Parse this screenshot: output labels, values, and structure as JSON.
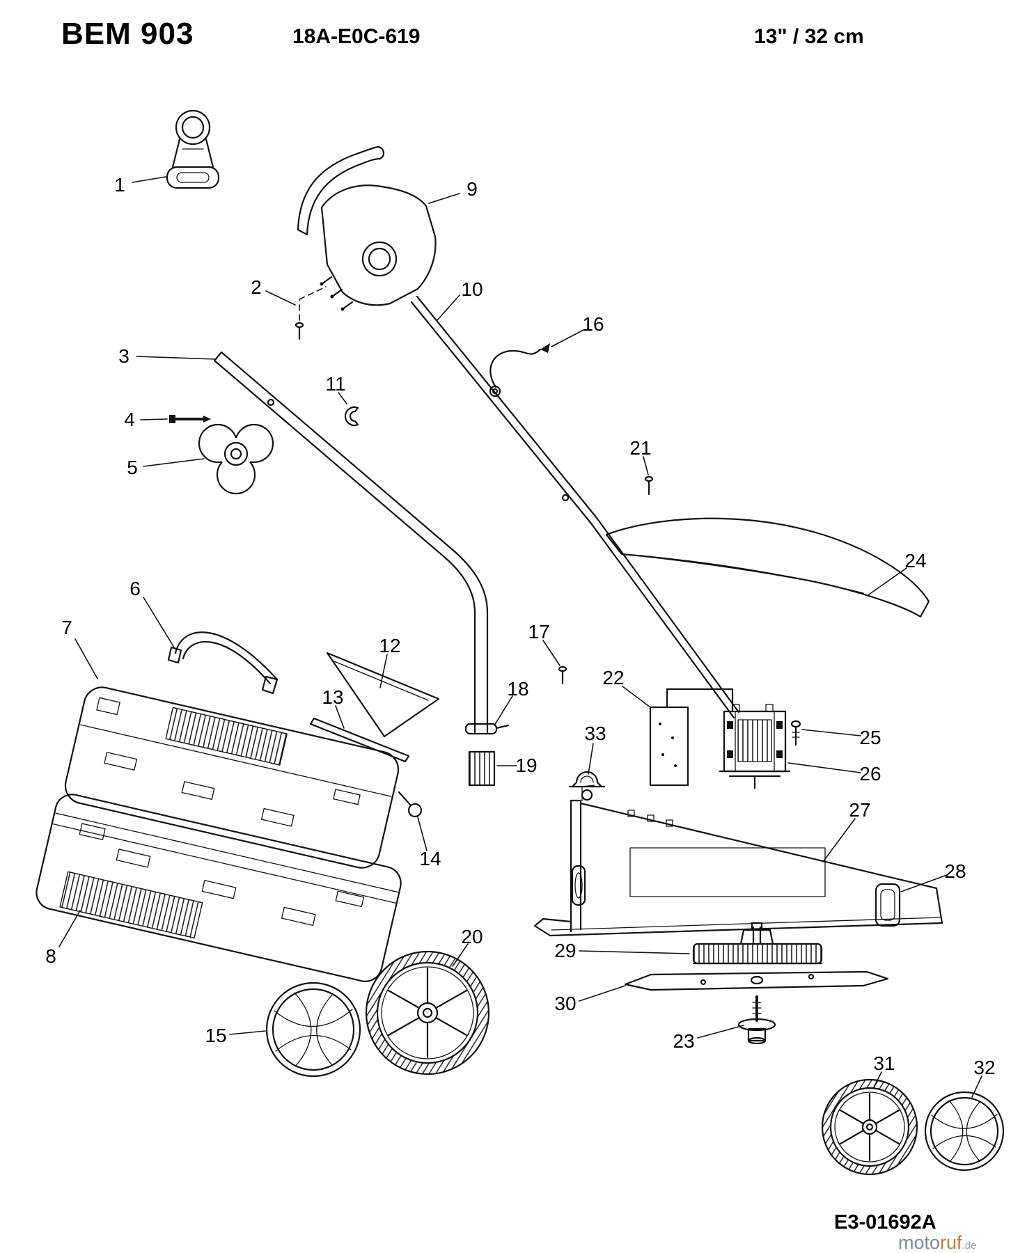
{
  "header": {
    "model": "BEM 903",
    "part_number": "18A-E0C-619",
    "size": "13\" / 32 cm"
  },
  "footer": {
    "diagram_code": "E3-01692A",
    "watermark_main": "moto",
    "watermark_accent": "ruf",
    "watermark_suffix": ".de"
  },
  "colors": {
    "line": "#111111",
    "watermark_gray": "#7e8b9a",
    "watermark_orange": "#c87a2e"
  },
  "parts": [
    "1",
    "2",
    "3",
    "4",
    "5",
    "6",
    "7",
    "8",
    "9",
    "10",
    "11",
    "12",
    "13",
    "14",
    "15",
    "16",
    "17",
    "18",
    "19",
    "20",
    "21",
    "22",
    "23",
    "24",
    "25",
    "26",
    "27",
    "28",
    "29",
    "30",
    "31",
    "32",
    "33"
  ]
}
